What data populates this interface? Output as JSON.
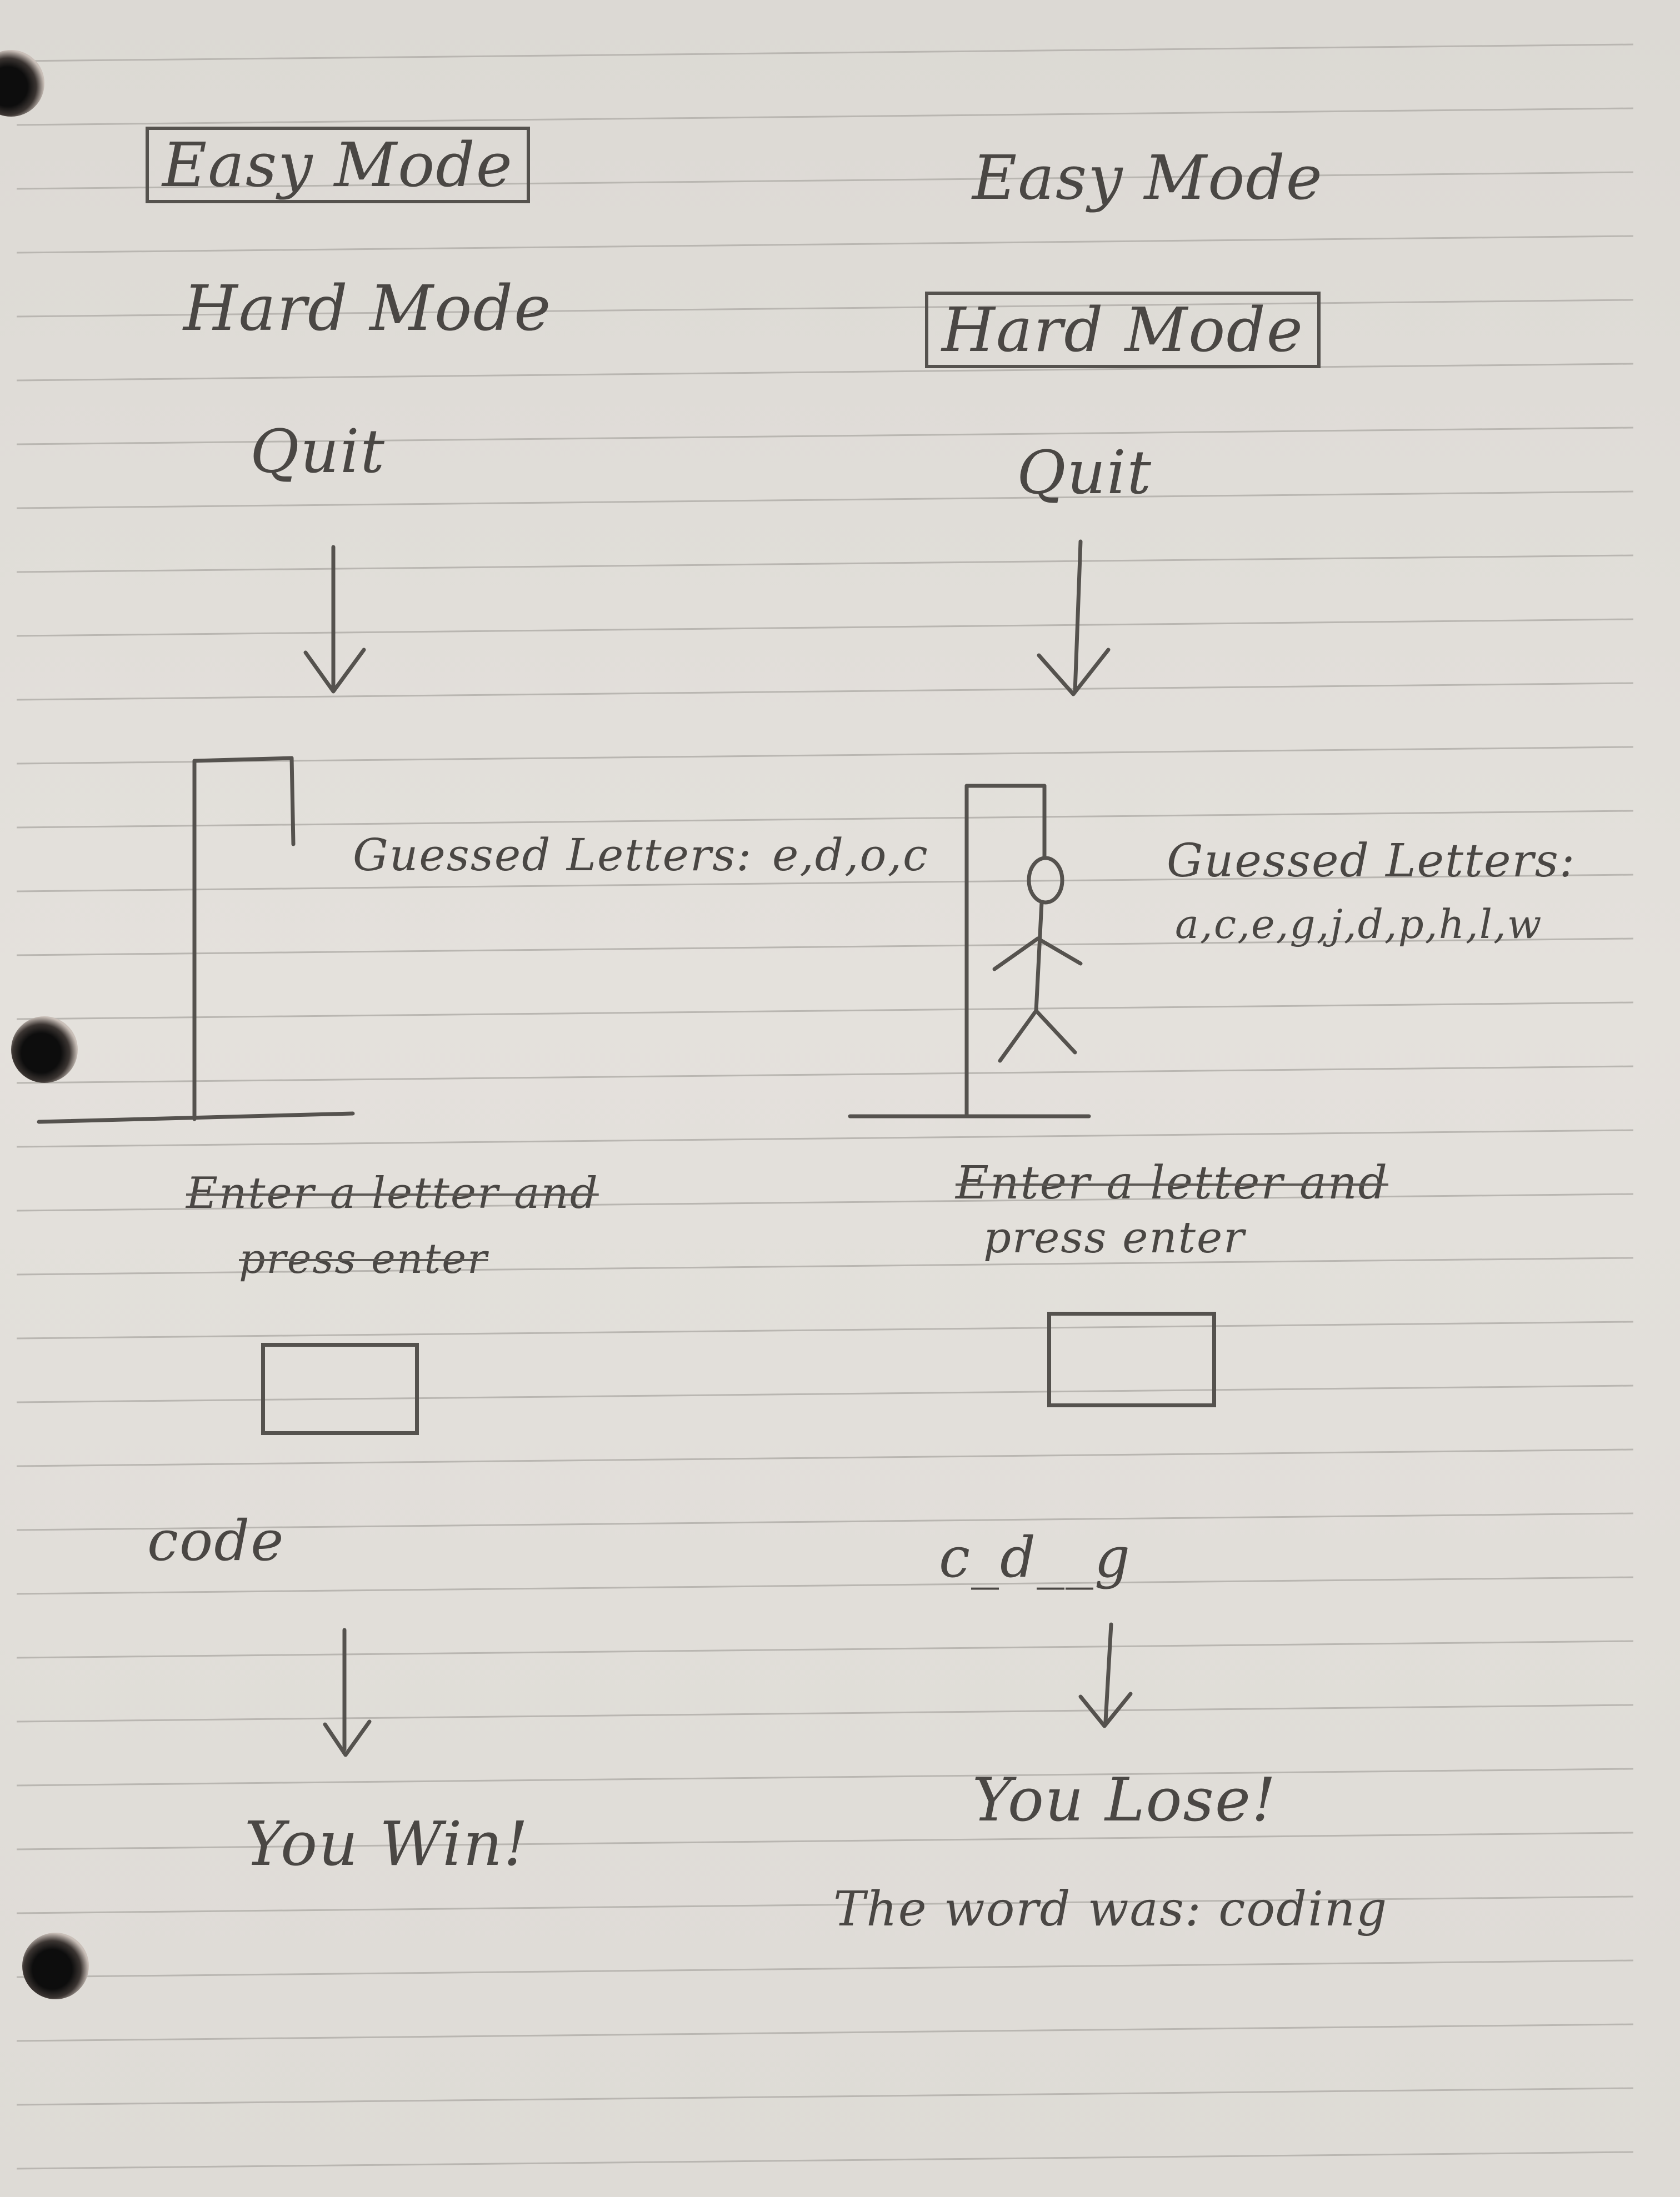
{
  "left_column": {
    "menu": {
      "easy_mode": "Easy Mode",
      "hard_mode": "Hard Mode",
      "quit": "Quit",
      "selected": "easy_mode"
    },
    "game": {
      "guessed_letters_label": "Guessed Letters:",
      "guessed_letters": "e,d,o,c",
      "hangman_parts_shown": 0,
      "prompt_line1": "Enter a letter and",
      "prompt_line2": "press enter",
      "word_display": "code"
    },
    "result": {
      "message": "You Win!"
    }
  },
  "right_column": {
    "menu": {
      "easy_mode": "Easy Mode",
      "hard_mode": "Hard Mode",
      "quit": "Quit",
      "selected": "hard_mode"
    },
    "game": {
      "guessed_letters_label": "Guessed Letters:",
      "guessed_letters": "a,c,e,g,j,d,p,h,l,w",
      "hangman_parts_shown": 6,
      "prompt_line1": "Enter a letter and",
      "prompt_line2": "press enter",
      "word_display": "c_d__g"
    },
    "result": {
      "message": "You Lose!",
      "reveal": "The word was: coding"
    }
  }
}
